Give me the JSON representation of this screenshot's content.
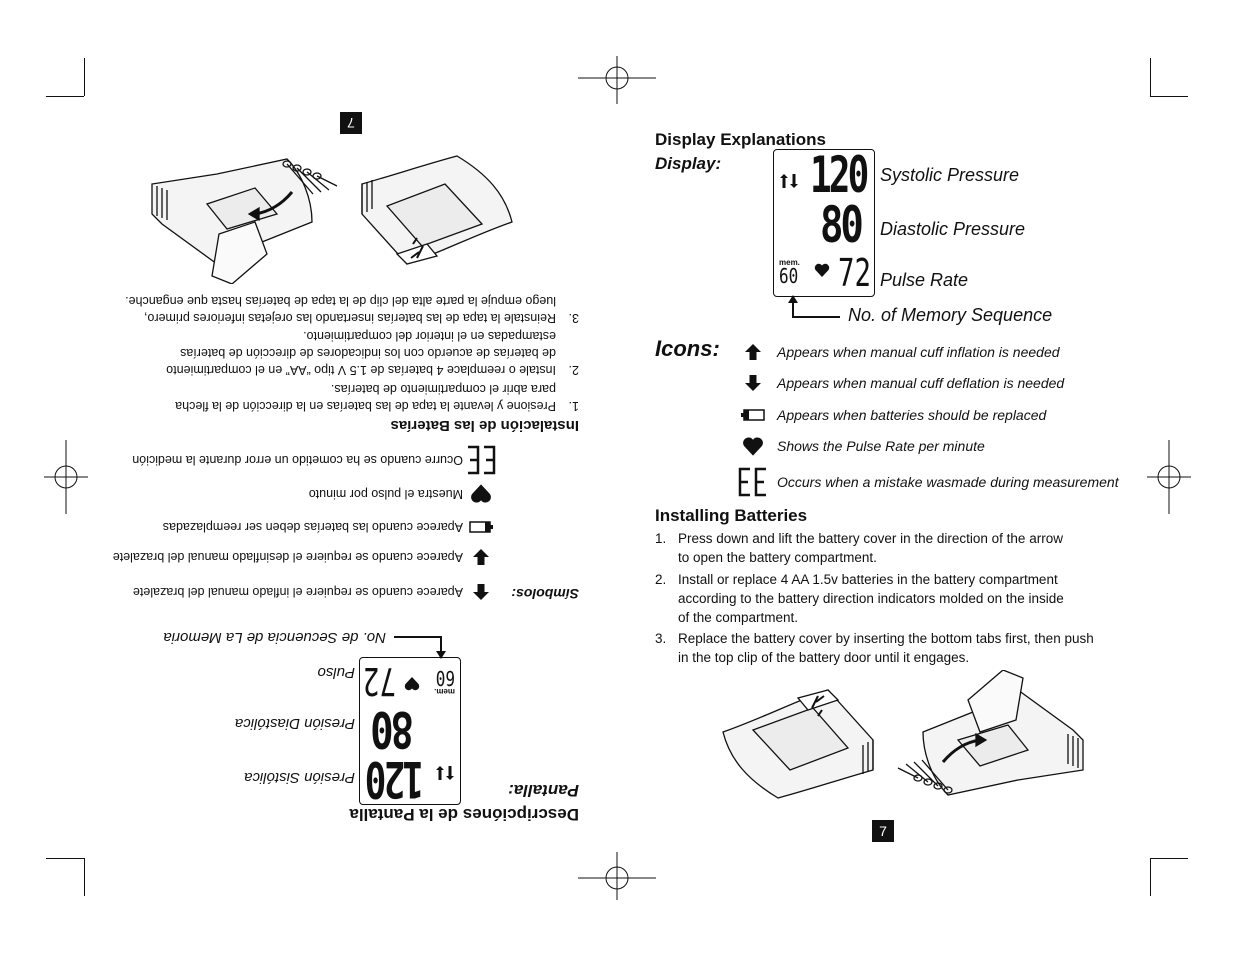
{
  "right_page": {
    "display_explanations_heading": "Display Explanations",
    "display_label": "Display:",
    "lcd": {
      "systolic": "120",
      "diastolic": "80",
      "pulse": "72",
      "memory": "60",
      "mem_label": "mem."
    },
    "labels": {
      "systolic": "Systolic Pressure",
      "diastolic": "Diastolic Pressure",
      "pulse": "Pulse Rate",
      "memory": "No. of Memory Sequence"
    },
    "icons_label": "Icons:",
    "icons": [
      {
        "icon": "arrow-up-icon",
        "text": "Appears when manual cuff inflation is needed"
      },
      {
        "icon": "arrow-down-icon",
        "text": "Appears when manual cuff deflation is needed"
      },
      {
        "icon": "battery-icon",
        "text": "Appears when batteries should be replaced"
      },
      {
        "icon": "heart-icon",
        "text": "Shows the Pulse Rate per minute"
      },
      {
        "icon": "error-ee-icon",
        "text": "Occurs when a mistake wasmade during measurement"
      }
    ],
    "installing_heading": "Installing Batteries",
    "steps": [
      {
        "num": "1.",
        "lines": [
          "Press down and lift the battery cover in the direction of the arrow",
          "to open the battery compartment."
        ]
      },
      {
        "num": "2.",
        "lines": [
          "Install or replace 4 AA 1.5v batteries in the battery compartment",
          "according to the battery direction indicators molded on the inside",
          "of the compartment."
        ]
      },
      {
        "num": "3.",
        "lines": [
          "Replace the battery cover by inserting the bottom tabs first, then push",
          "in the top clip of the battery door until it engages."
        ]
      }
    ],
    "page_number": "7"
  },
  "left_page": {
    "heading": "Descripciónes de la Pantalla",
    "display_label": "Pantalla:",
    "lcd": {
      "systolic": "120",
      "diastolic": "80",
      "pulse": "72",
      "memory": "60",
      "mem_label": "mem."
    },
    "labels": {
      "systolic": "Presión Sistólica",
      "diastolic": "Presión Diastólica",
      "pulse": "Pulso",
      "memory": "No. de Secuencia de La Memoria"
    },
    "icons_label": "Símbolos:",
    "icons": [
      {
        "icon": "arrow-up-icon",
        "text": "Aparece cuando se requiere el inflado manual del brazalete"
      },
      {
        "icon": "arrow-down-icon",
        "text": "Aparece cuando se requiere el desinflado manual del brazalete"
      },
      {
        "icon": "battery-icon",
        "text": "Aparece cuando las baterías deben ser reemplazadas"
      },
      {
        "icon": "heart-icon",
        "text": "Muestra el pulso por minuto"
      },
      {
        "icon": "error-ee-icon",
        "text": "Ocurre cuando se ha cometido un error durante la medición"
      }
    ],
    "installing_heading": "Instalación de las Baterías",
    "steps": [
      {
        "num": "1.",
        "lines": [
          "Presione y levante la tapa de las baterías en la dirección de la flecha",
          "para abrir el compartimiento de baterías."
        ]
      },
      {
        "num": "2.",
        "lines": [
          "Instale o reemplace 4 baterías de 1.5 V tipo “AA” en el compartimiento",
          "de baterías de acuerdo con los indicadores de dirección de baterías",
          "estampadas en el interior del compartimiento."
        ]
      },
      {
        "num": "3.",
        "lines": [
          "Reinstale la tapa de las baterías insertando las orejetas inferiores primero,",
          "luego empuje la parte alta del clip de la tapa de baterías hasta que enganche."
        ]
      }
    ],
    "page_number": "7"
  }
}
